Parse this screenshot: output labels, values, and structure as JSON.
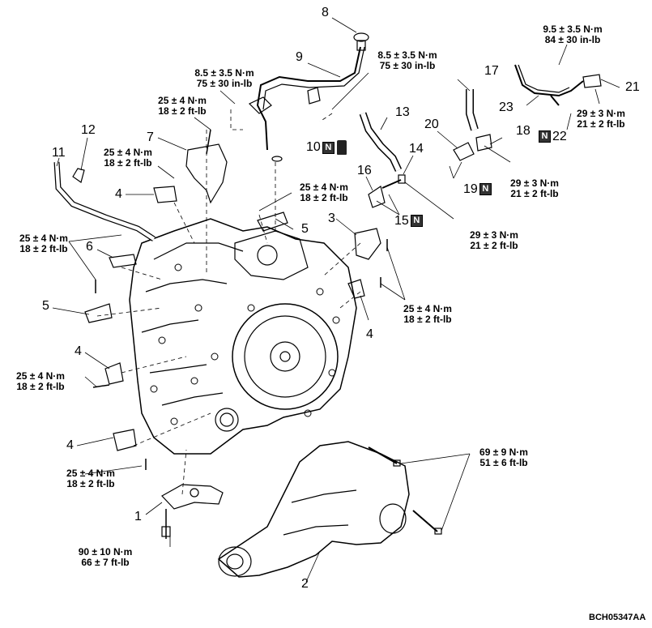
{
  "torques": {
    "t_top_9_5": [
      "9.5 ± 3.5 N·m",
      "84 ± 30 in-lb"
    ],
    "t_top_8_5_right": [
      "8.5 ± 3.5 N·m",
      "75 ± 30 in-lb"
    ],
    "t_top_8_5_left": [
      "8.5 ± 3.5 N·m",
      "75 ± 30 in-lb"
    ],
    "t_25_top": [
      "25 ± 4 N·m",
      "18 ± 2 ft-lb"
    ],
    "t_25_left7": [
      "25 ± 4 N·m",
      "18 ± 2 ft-lb"
    ],
    "t_25_mid": [
      "25 ± 4 N·m",
      "18 ± 2 ft-lb"
    ],
    "t_25_left6": [
      "25 ± 4 N·m",
      "18 ± 2 ft-lb"
    ],
    "t_25_right4": [
      "25 ± 4 N·m",
      "18 ± 2 ft-lb"
    ],
    "t_25_left4a": [
      "25 ± 4 N·m",
      "18 ± 2 ft-lb"
    ],
    "t_25_bottom4": [
      "25 ± 4 N·m",
      "18 ± 2 ft-lb"
    ],
    "t_29_21": [
      "29 ± 3 N·m",
      "21 ± 2 ft-lb"
    ],
    "t_29_18": [
      "29 ± 3 N·m",
      "21 ± 2 ft-lb"
    ],
    "t_29_14": [
      "29 ± 3 N·m",
      "21 ± 2 ft-lb"
    ],
    "t_69": [
      "69 ± 9 N·m",
      "51 ± 6 ft-lb"
    ],
    "t_90": [
      "90 ± 10 N·m",
      "66 ± 7 ft-lb"
    ]
  },
  "callouts": {
    "c1": "1",
    "c2": "2",
    "c3": "3",
    "c4a": "4",
    "c4b": "4",
    "c4c": "4",
    "c4d": "4",
    "c5a": "5",
    "c5b": "5",
    "c6": "6",
    "c7": "7",
    "c8": "8",
    "c9": "9",
    "c10": "10",
    "c11": "11",
    "c12": "12",
    "c13": "13",
    "c14": "14",
    "c15": "15",
    "c16": "16",
    "c17": "17",
    "c18": "18",
    "c19": "19",
    "c20": "20",
    "c21": "21",
    "c22": "22",
    "c23": "23"
  },
  "n_mark": "N",
  "figure_code": "BCH05347AA"
}
